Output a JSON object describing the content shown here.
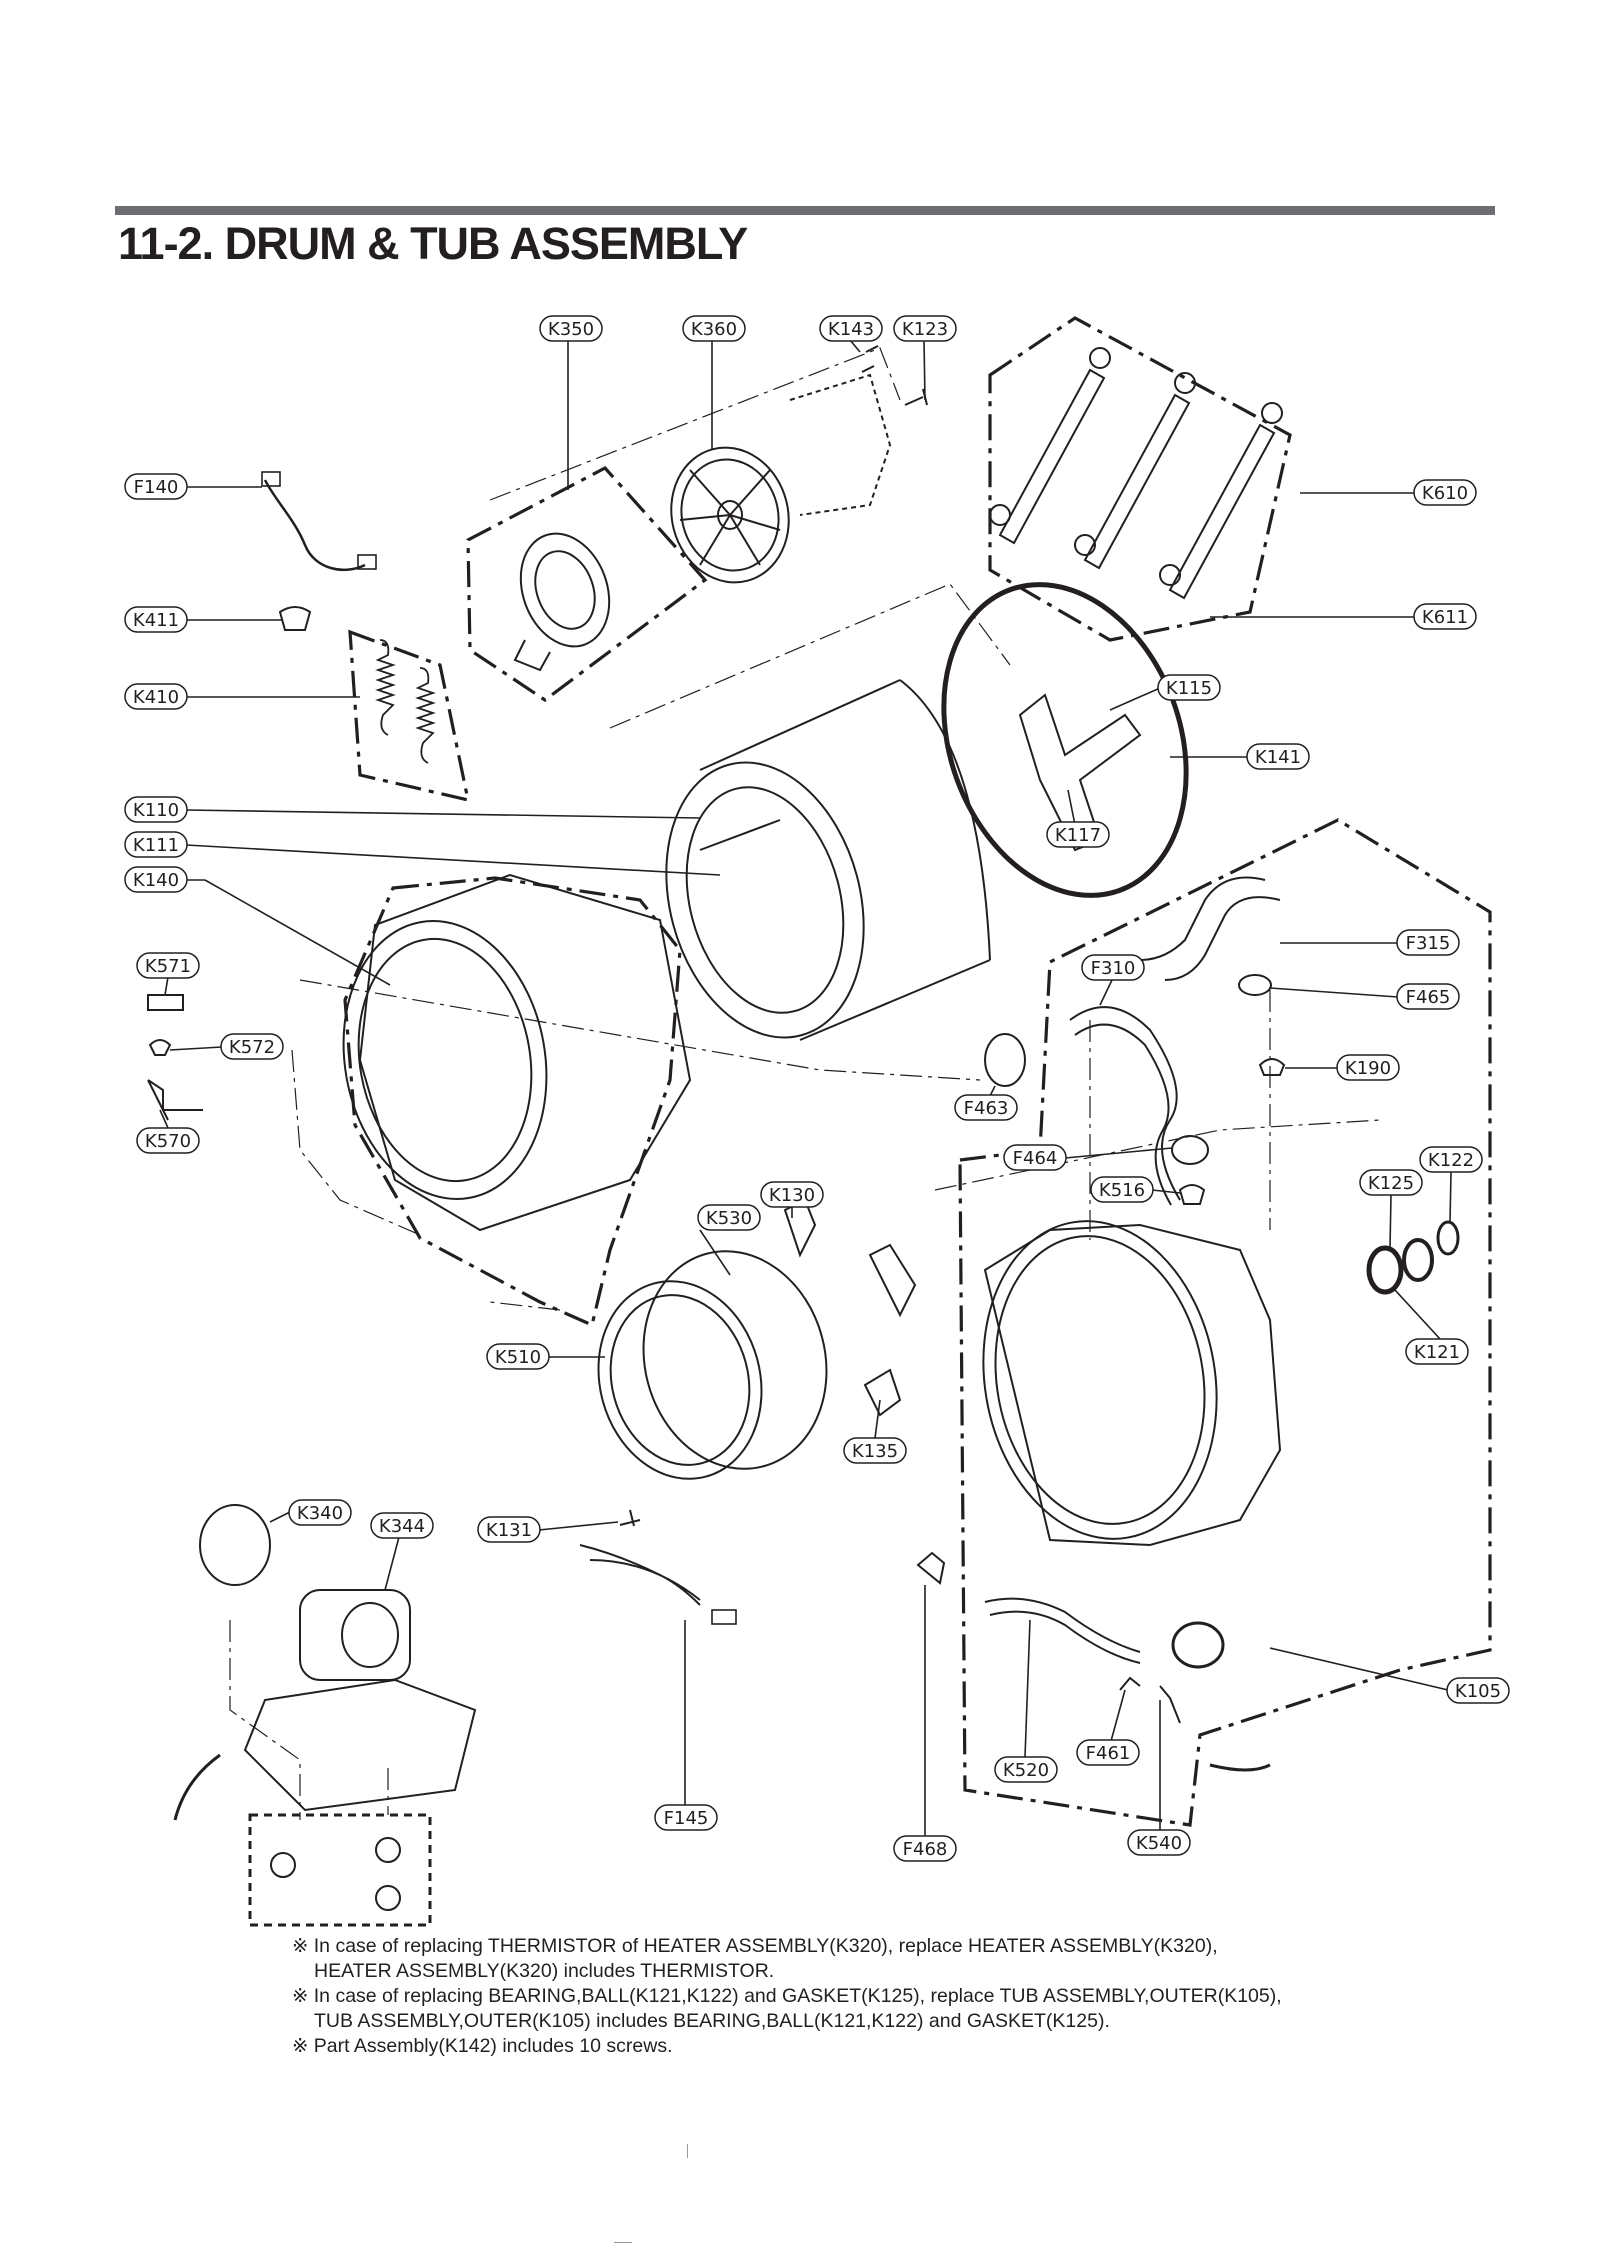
{
  "page": {
    "title": "11-2.  DRUM & TUB ASSEMBLY"
  },
  "callouts": [
    {
      "id": "K350",
      "label": "K350"
    },
    {
      "id": "K360",
      "label": "K360"
    },
    {
      "id": "K143",
      "label": "K143"
    },
    {
      "id": "K123",
      "label": "K123"
    },
    {
      "id": "F140",
      "label": "F140"
    },
    {
      "id": "K610",
      "label": "K610"
    },
    {
      "id": "K411",
      "label": "K411"
    },
    {
      "id": "K611",
      "label": "K611"
    },
    {
      "id": "K410",
      "label": "K410"
    },
    {
      "id": "K115",
      "label": "K115"
    },
    {
      "id": "K141",
      "label": "K141"
    },
    {
      "id": "K110",
      "label": "K110"
    },
    {
      "id": "K111",
      "label": "K111"
    },
    {
      "id": "K117",
      "label": "K117"
    },
    {
      "id": "K140",
      "label": "K140"
    },
    {
      "id": "F315",
      "label": "F315"
    },
    {
      "id": "K571",
      "label": "K571"
    },
    {
      "id": "F310",
      "label": "F310"
    },
    {
      "id": "F465",
      "label": "F465"
    },
    {
      "id": "K572",
      "label": "K572"
    },
    {
      "id": "K190",
      "label": "K190"
    },
    {
      "id": "K570",
      "label": "K570"
    },
    {
      "id": "F463",
      "label": "F463"
    },
    {
      "id": "F464",
      "label": "F464"
    },
    {
      "id": "K122",
      "label": "K122"
    },
    {
      "id": "K125",
      "label": "K125"
    },
    {
      "id": "K516",
      "label": "K516"
    },
    {
      "id": "K130",
      "label": "K130"
    },
    {
      "id": "K530",
      "label": "K530"
    },
    {
      "id": "K510",
      "label": "K510"
    },
    {
      "id": "K121",
      "label": "K121"
    },
    {
      "id": "K135",
      "label": "K135"
    },
    {
      "id": "K340",
      "label": "K340"
    },
    {
      "id": "K344",
      "label": "K344"
    },
    {
      "id": "K131",
      "label": "K131"
    },
    {
      "id": "K105",
      "label": "K105"
    },
    {
      "id": "F461",
      "label": "F461"
    },
    {
      "id": "K520",
      "label": "K520"
    },
    {
      "id": "F145",
      "label": "F145"
    },
    {
      "id": "K540",
      "label": "K540"
    },
    {
      "id": "F468",
      "label": "F468"
    }
  ],
  "notes": {
    "mark": "※",
    "note1_line1": "In case of replacing THERMISTOR of HEATER ASSEMBLY(K320), replace HEATER ASSEMBLY(K320),",
    "note1_line2": "HEATER ASSEMBLY(K320) includes THERMISTOR.",
    "note2_line1": "In case of replacing BEARING,BALL(K121,K122) and GASKET(K125), replace TUB ASSEMBLY,OUTER(K105),",
    "note2_line2": "TUB ASSEMBLY,OUTER(K105) includes BEARING,BALL(K121,K122) and GASKET(K125).",
    "note3_line1": "Part Assembly(K142) includes 10 screws."
  }
}
